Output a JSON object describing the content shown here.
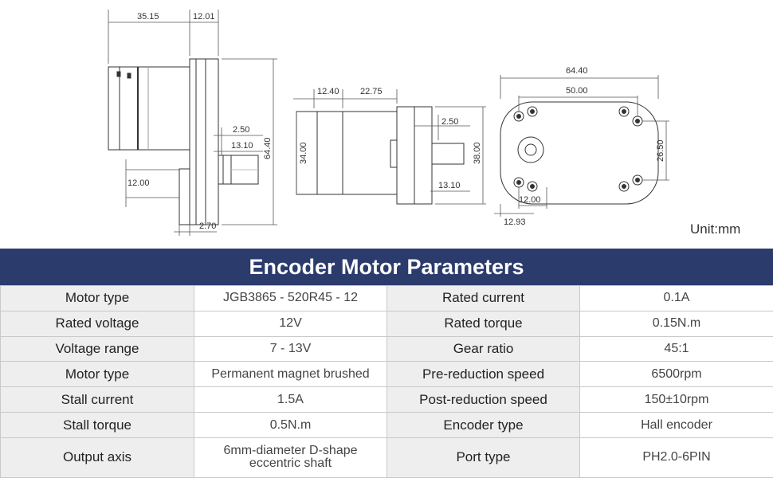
{
  "drawing": {
    "side_view": {
      "dim_top_left": "35.15",
      "dim_top_right": "12.01",
      "dim_shaft_gap": "2.50",
      "dim_shaft_len": "13.10",
      "dim_height": "64.40",
      "dim_shaft_offset": "12.00",
      "dim_flange": "2.70"
    },
    "middle_view": {
      "dim_top_left": "12.40",
      "dim_top_right": "22.75",
      "dim_shaft_gap": "2.50",
      "dim_motor_dia": "34.00",
      "dim_gearbox_h": "38.00",
      "dim_shaft_len": "13.10"
    },
    "front_view": {
      "dim_width": "64.40",
      "dim_hole_spacing": "50.00",
      "dim_height": "26.50",
      "dim_shaft_offset": "12.00",
      "dim_edge": "12.93"
    },
    "unit_label": "Unit:mm"
  },
  "banner": {
    "title": "Encoder Motor Parameters"
  },
  "params": [
    [
      "Motor type",
      "JGB3865 - 520R45 - 12",
      "Rated current",
      "0.1A"
    ],
    [
      "Rated voltage",
      "12V",
      "Rated torque",
      "0.15N.m"
    ],
    [
      "Voltage range",
      "7 - 13V",
      "Gear ratio",
      "45:1"
    ],
    [
      "Motor type",
      "Permanent magnet brushed",
      "Pre-reduction speed",
      "6500rpm"
    ],
    [
      "Stall current",
      "1.5A",
      "Post-reduction speed",
      "150±10rpm"
    ],
    [
      "Stall torque",
      "0.5N.m",
      "Encoder type",
      "Hall encoder"
    ],
    [
      "Output axis",
      "6mm-diameter D-shape eccentric shaft",
      "Port type",
      "PH2.0-6PIN"
    ]
  ]
}
